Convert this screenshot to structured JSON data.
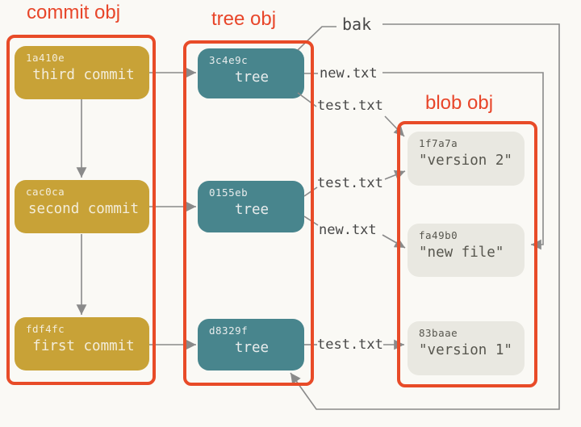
{
  "groups": {
    "commit": {
      "label": "commit obj"
    },
    "tree": {
      "label": "tree obj"
    },
    "blob": {
      "label": "blob obj"
    }
  },
  "nodes": {
    "commits": [
      {
        "hash": "1a410e",
        "label": "third commit"
      },
      {
        "hash": "cac0ca",
        "label": "second commit"
      },
      {
        "hash": "fdf4fc",
        "label": "first commit"
      }
    ],
    "trees": [
      {
        "hash": "3c4e9c",
        "label": "tree"
      },
      {
        "hash": "0155eb",
        "label": "tree"
      },
      {
        "hash": "d8329f",
        "label": "tree"
      }
    ],
    "blobs": [
      {
        "hash": "1f7a7a",
        "label": "\"version 2\""
      },
      {
        "hash": "fa49b0",
        "label": "\"new file\""
      },
      {
        "hash": "83baae",
        "label": "\"version 1\""
      }
    ]
  },
  "edge_labels": {
    "bak": "bak",
    "new_txt_1": "new.txt",
    "test_txt_1": "test.txt",
    "test_txt_2": "test.txt",
    "new_txt_2": "new.txt",
    "test_txt_3": "test.txt"
  },
  "edges": [
    {
      "from": "commit 1a410e",
      "to": "tree 3c4e9c"
    },
    {
      "from": "commit 1a410e",
      "to": "commit cac0ca"
    },
    {
      "from": "commit cac0ca",
      "to": "tree 0155eb"
    },
    {
      "from": "commit cac0ca",
      "to": "commit fdf4fc"
    },
    {
      "from": "commit fdf4fc",
      "to": "tree d8329f"
    },
    {
      "from": "tree 3c4e9c",
      "to": "tree d8329f",
      "label": "bak"
    },
    {
      "from": "tree 3c4e9c",
      "to": "blob fa49b0",
      "label": "new.txt"
    },
    {
      "from": "tree 3c4e9c",
      "to": "blob 1f7a7a",
      "label": "test.txt"
    },
    {
      "from": "tree 0155eb",
      "to": "blob 1f7a7a",
      "label": "test.txt"
    },
    {
      "from": "tree 0155eb",
      "to": "blob fa49b0",
      "label": "new.txt"
    },
    {
      "from": "tree d8329f",
      "to": "blob 83baae",
      "label": "test.txt"
    }
  ],
  "colors": {
    "background": "#faf9f5",
    "group_outline_red": "#e84b28",
    "commit_fill": "#c8a237",
    "tree_fill": "#48858d",
    "blob_fill": "#e9e8e1",
    "edge_gray": "#8a8a8a",
    "label_text": "#474747"
  }
}
